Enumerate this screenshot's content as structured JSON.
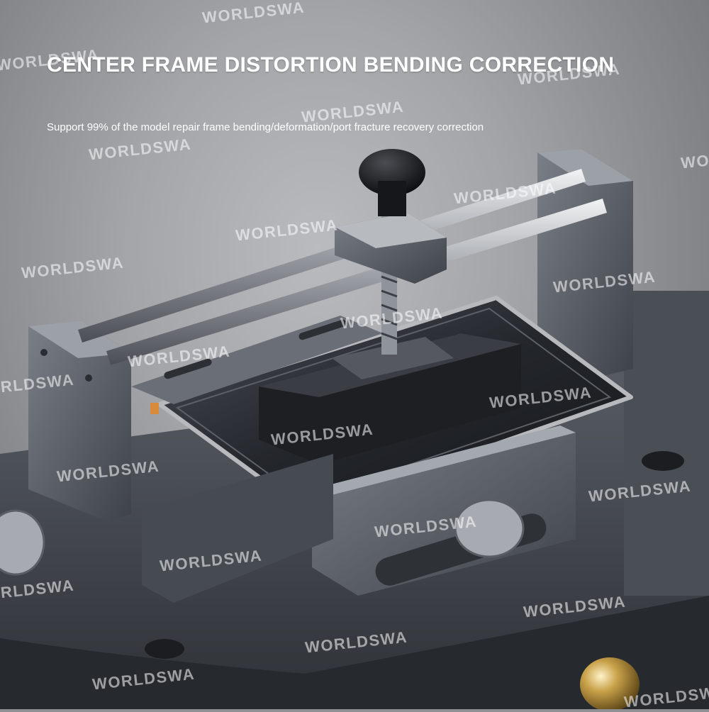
{
  "headline": "CENTER FRAME DISTORTION BENDING CORRECTION",
  "subline": "Support 99% of the model repair frame bending/deformation/port fracture recovery correction",
  "watermark": "WORLDSWA",
  "colors": {
    "metal_dark": "#3f434a",
    "metal_mid": "#5a5f67",
    "metal_light": "#8a8f96",
    "copper_accent": "#d98a3a",
    "gold_ball": "#c9a24a"
  }
}
